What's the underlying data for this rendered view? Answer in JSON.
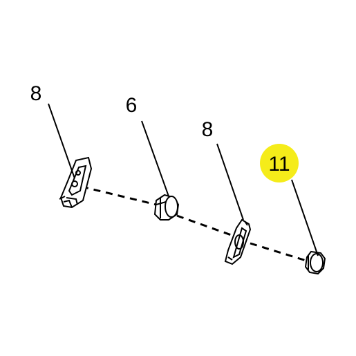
{
  "diagram": {
    "callouts": [
      {
        "id": "left-bracket",
        "label": "8"
      },
      {
        "id": "bushing",
        "label": "6"
      },
      {
        "id": "right-bracket",
        "label": "8"
      },
      {
        "id": "nut",
        "label": "11",
        "highlighted": true
      }
    ],
    "colors": {
      "highlight": "#f5ec1a",
      "line": "#000000",
      "part_fill": "#ffffff"
    }
  }
}
